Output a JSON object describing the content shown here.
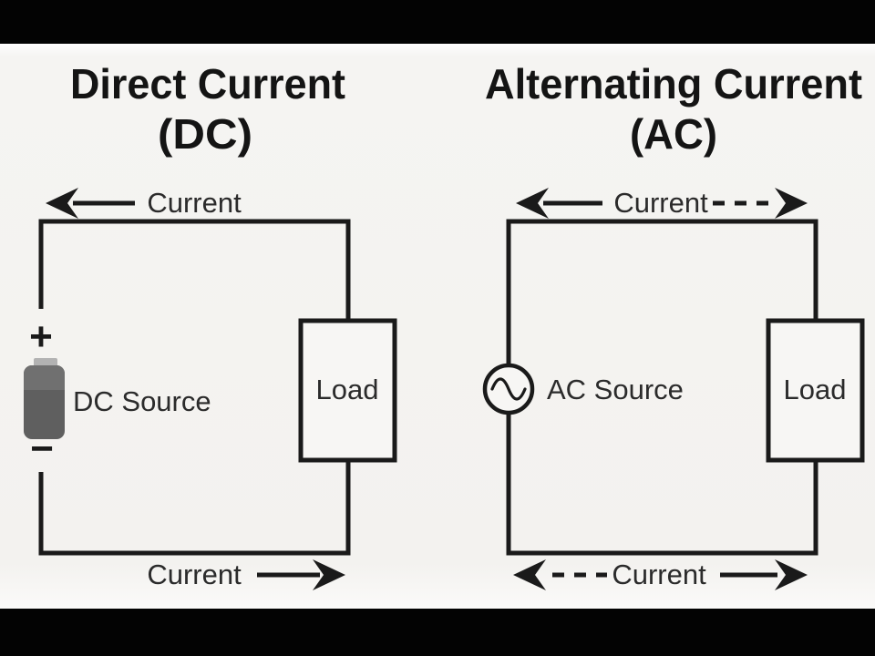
{
  "dc_panel": {
    "title_line1": "Direct Current",
    "title_line2": "(DC)",
    "top_current_label": "Current",
    "bottom_current_label": "Current",
    "source_label": "DC Source",
    "load_label": "Load",
    "plus_terminal": "+",
    "minus_terminal": "−"
  },
  "ac_panel": {
    "title_line1": "Alternating Current",
    "title_line2": "(AC)",
    "top_current_label": "Current",
    "bottom_current_label": "Current",
    "source_label": "AC Source",
    "load_label": "Load"
  },
  "colors": {
    "background": "#f5f4f2",
    "ink": "#1a1a1a",
    "battery_body": "#5f5f5f",
    "battery_top": "#707070",
    "battery_cap": "#b2b2b2",
    "letterbox": "#030303"
  }
}
